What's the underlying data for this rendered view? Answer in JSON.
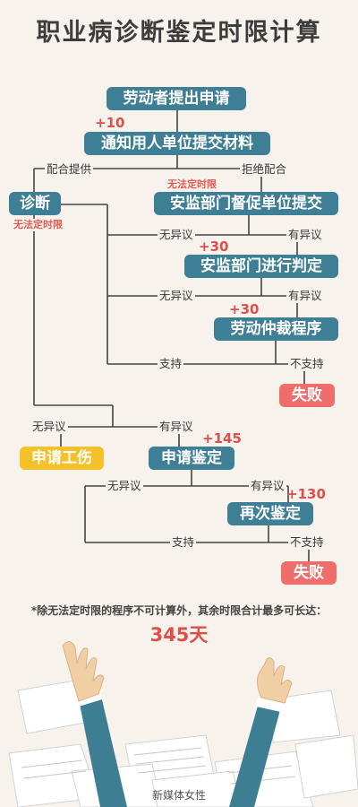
{
  "title": "职业病诊断鉴定时限计算",
  "nodes": {
    "apply": "劳动者提出申请",
    "notify": "通知用人单位提交材料",
    "diagnose": "诊断",
    "supervise": "安监部门督促单位提交",
    "judge": "安监部门进行判定",
    "arbitration": "劳动仲裁程序",
    "fail1": "失败",
    "injury": "申请工伤",
    "appraisal": "申请鉴定",
    "reappraisal": "再次鉴定",
    "fail2": "失败"
  },
  "labels": {
    "cooperate": "配合提供",
    "refuse": "拒绝配合",
    "no_objection_1": "无异议",
    "objection_1": "有异议",
    "no_objection_2": "无异议",
    "objection_2": "有异议",
    "support_1": "支持",
    "not_support_1": "不支持",
    "no_objection_3": "无异议",
    "objection_3": "有异议",
    "no_objection_4": "无异议",
    "objection_4": "有异议",
    "support_2": "支持",
    "not_support_2": "不支持"
  },
  "no_limit": {
    "supervise": "无法定时限",
    "diagnose": "无法定时限"
  },
  "additions": {
    "notify": "+10",
    "judge": "+30",
    "arbitration": "+30",
    "appraisal": "+145",
    "reappraisal": "+130"
  },
  "note": "*除无法定时限的程序不可计算外，其余时限合计最多可长达：",
  "total": "345天",
  "footer": "新媒体女性",
  "colors": {
    "node_blue": "#3e7f95",
    "node_yellow": "#f5c12a",
    "node_red": "#ef6d6b",
    "accent_red": "#e04e4a",
    "background": "#f7f3ec"
  }
}
